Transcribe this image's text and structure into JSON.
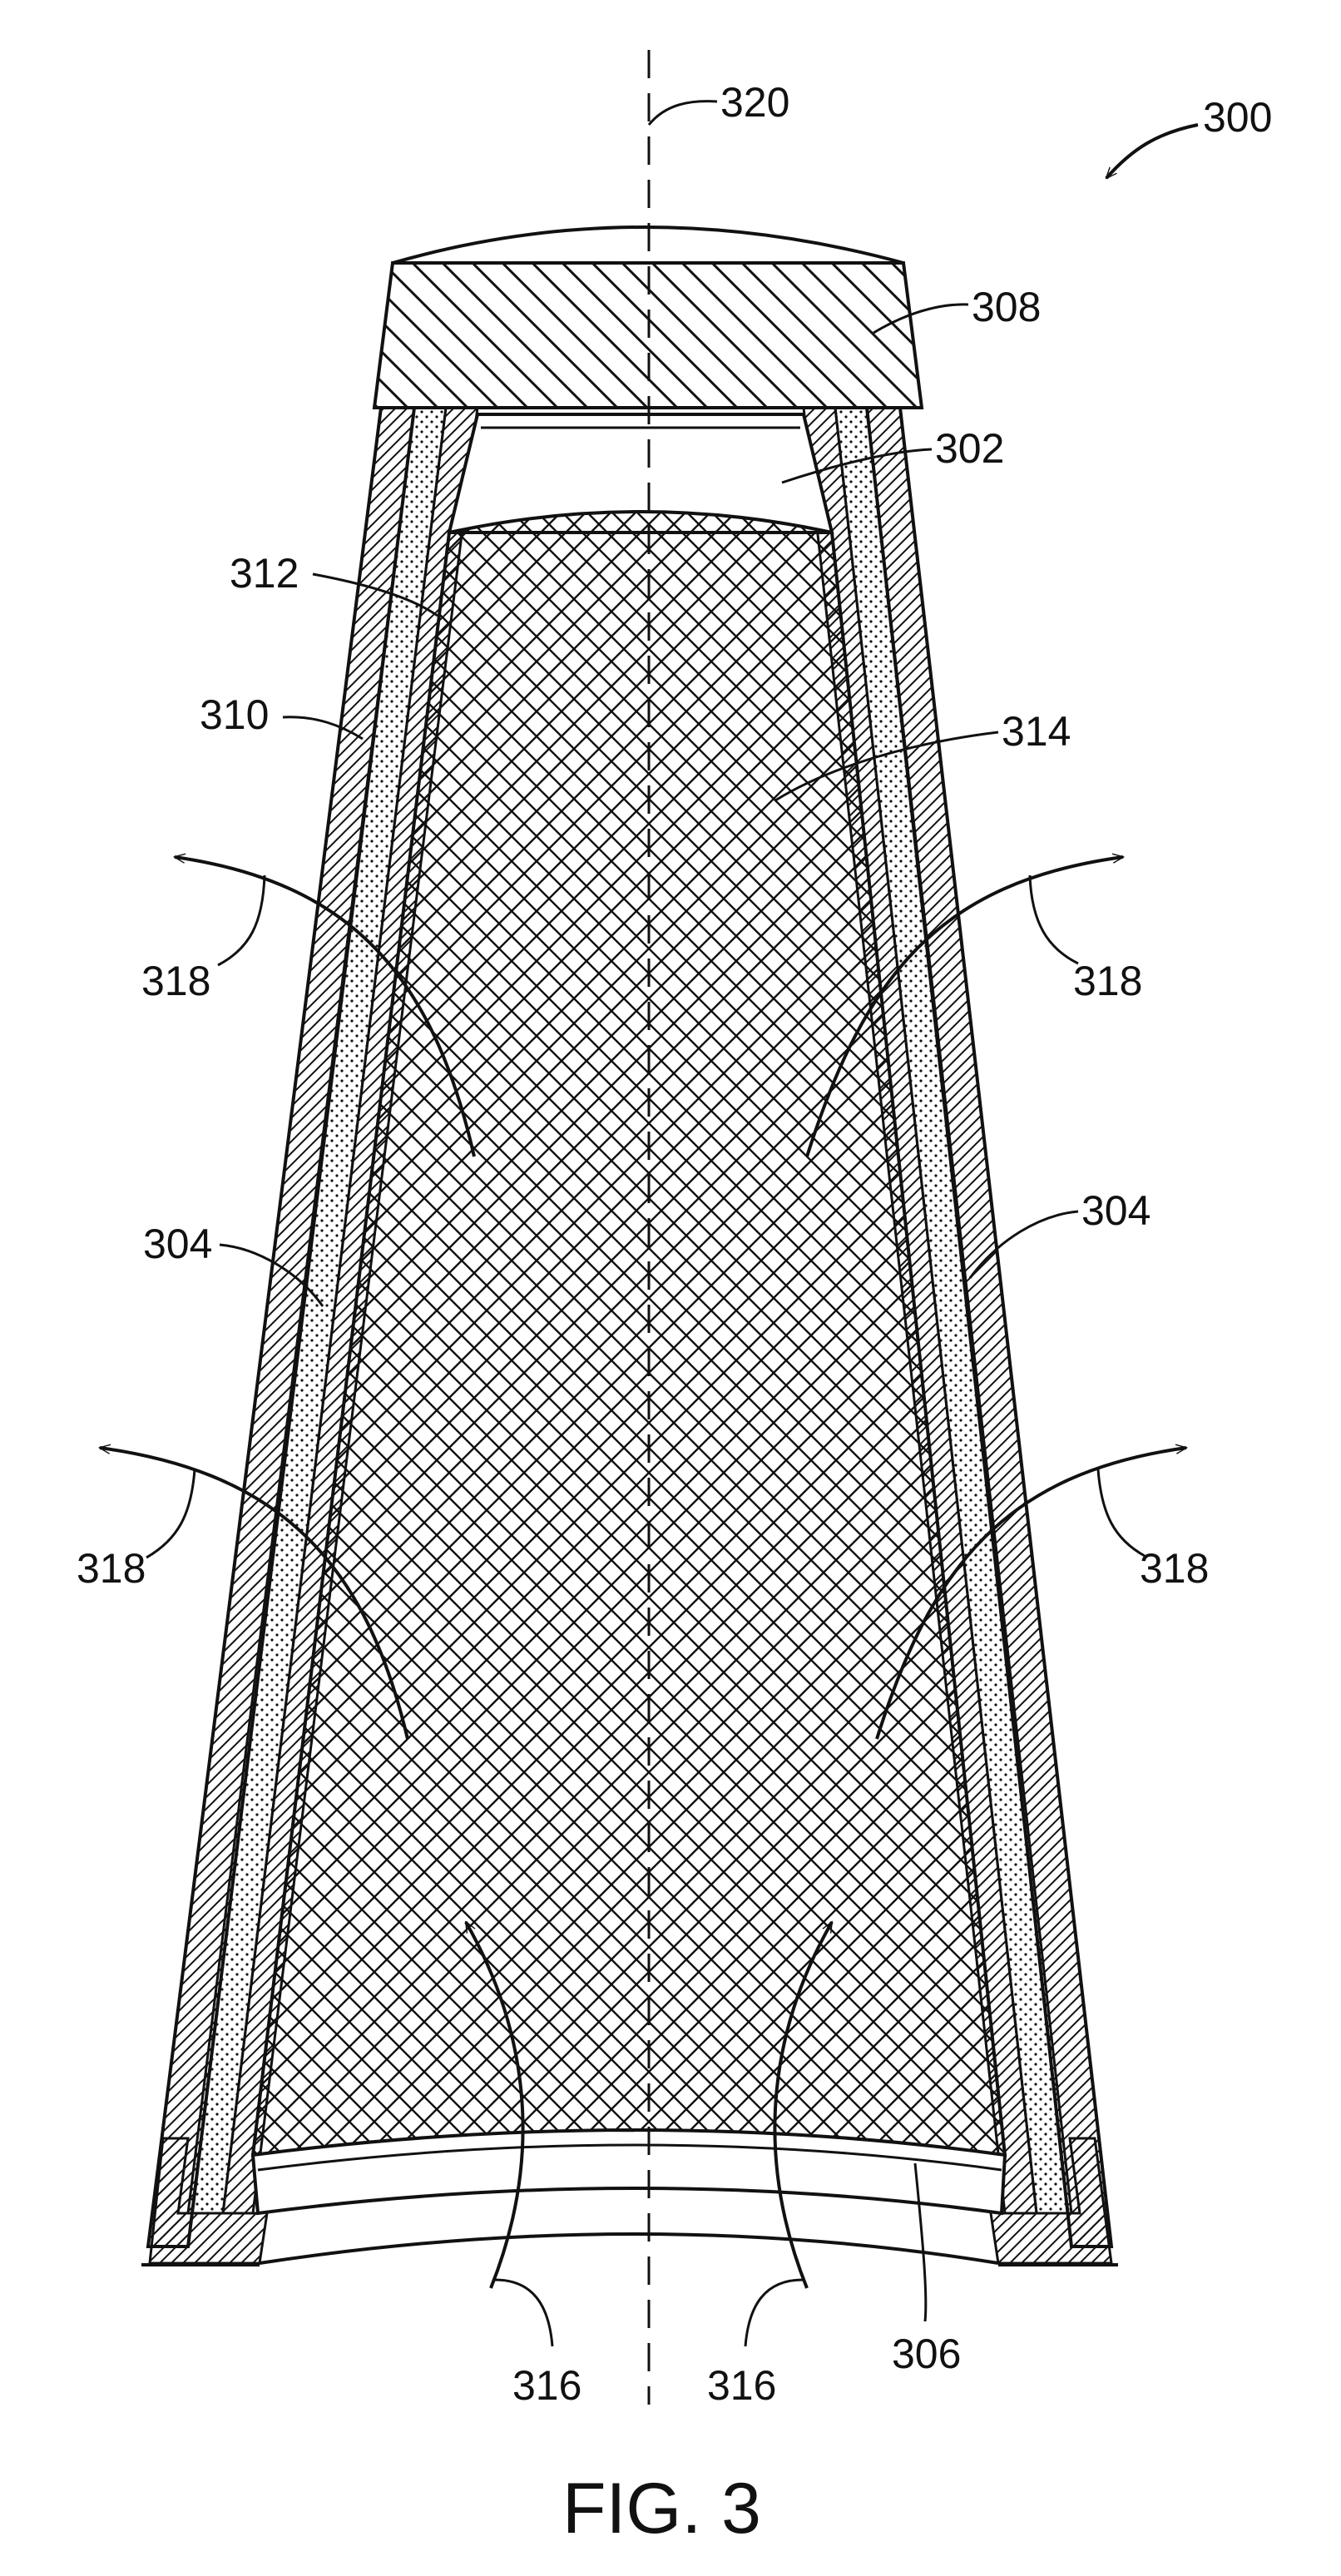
{
  "figure": {
    "caption": "FIG. 3",
    "labels": {
      "assembly": "300",
      "reservoir": "302",
      "wall_left": "304",
      "wall_right": "304",
      "opening": "306",
      "cap": "308",
      "outer_layer": "310",
      "inner_layer": "312",
      "core": "314",
      "flow_in_left": "316",
      "flow_in_right": "316",
      "flow_out_upper_left": "318",
      "flow_out_upper_right": "318",
      "flow_out_lower_left": "318",
      "flow_out_lower_right": "318",
      "axis": "320"
    }
  },
  "colors": {
    "ink": "#111111",
    "background": "#ffffff"
  }
}
